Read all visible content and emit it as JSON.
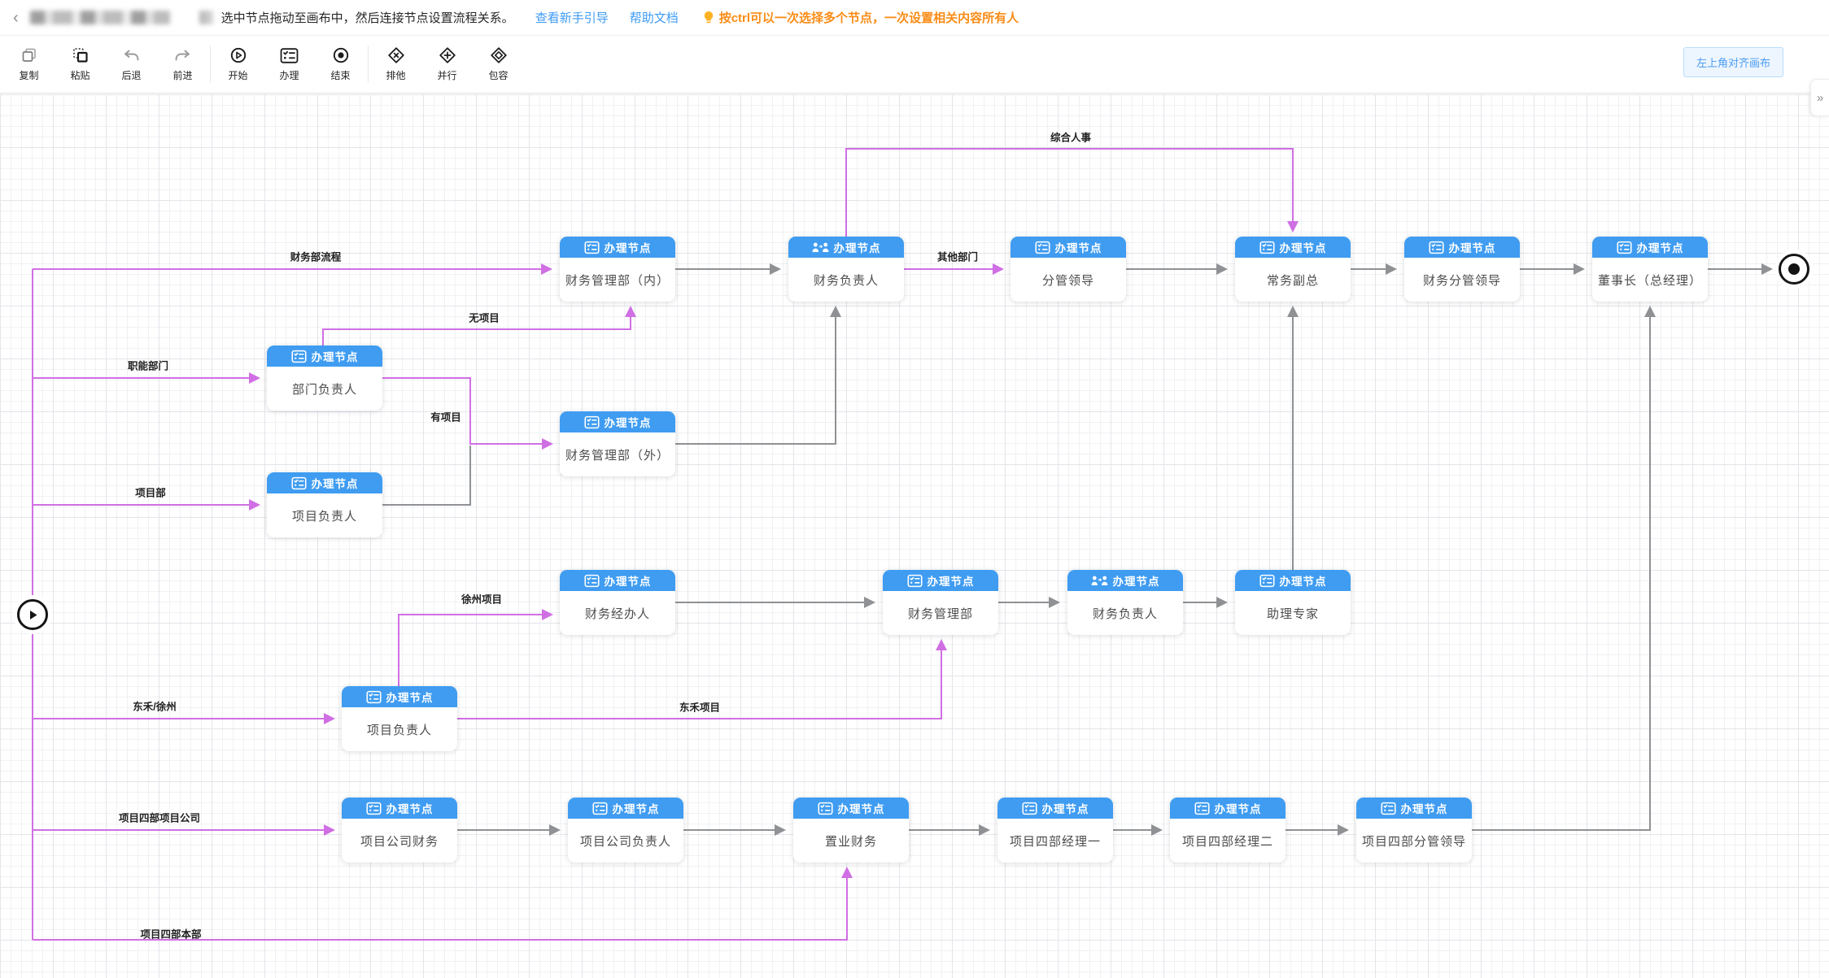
{
  "header": {
    "back_icon": "‹",
    "instruction": "选中节点拖动至画布中，然后连接节点设置流程关系。",
    "links": [
      {
        "label": "查看新手引导"
      },
      {
        "label": "帮助文档"
      }
    ],
    "tip": "按ctrl可以一次选择多个节点，一次设置相关内容所有人",
    "tip_color": "#fa8c16",
    "link_color": "#3e9bf5"
  },
  "toolbar": {
    "items": [
      {
        "label": "复制",
        "icon": "copy-icon"
      },
      {
        "label": "粘贴",
        "icon": "paste-icon"
      },
      {
        "label": "后退",
        "icon": "undo-icon"
      },
      {
        "label": "前进",
        "icon": "redo-icon"
      },
      {
        "label": "开始",
        "icon": "start-icon"
      },
      {
        "label": "办理",
        "icon": "task-icon"
      },
      {
        "label": "结束",
        "icon": "end-icon"
      },
      {
        "label": "排他",
        "icon": "exclusive-gateway-icon"
      },
      {
        "label": "并行",
        "icon": "parallel-gateway-icon"
      },
      {
        "label": "包容",
        "icon": "inclusive-gateway-icon"
      }
    ],
    "align_button": "左上角对齐画布",
    "collapse_icon": "»"
  },
  "colors": {
    "node_header": "#3f9cf1",
    "edge_gray": "#8f9194",
    "edge_magenta": "#d06fe3"
  },
  "nodes": [
    {
      "type": "办理节点",
      "name": "财务管理部（内）",
      "icon": "form-icon"
    },
    {
      "type": "办理节点",
      "name": "财务负责人",
      "icon": "users-icon"
    },
    {
      "type": "办理节点",
      "name": "分管领导",
      "icon": "form-icon"
    },
    {
      "type": "办理节点",
      "name": "常务副总",
      "icon": "form-icon"
    },
    {
      "type": "办理节点",
      "name": "财务分管领导",
      "icon": "form-icon"
    },
    {
      "type": "办理节点",
      "name": "董事长（总经理）",
      "icon": "form-icon"
    },
    {
      "type": "办理节点",
      "name": "部门负责人",
      "icon": "form-icon"
    },
    {
      "type": "办理节点",
      "name": "财务管理部（外）",
      "icon": "form-icon"
    },
    {
      "type": "办理节点",
      "name": "项目负责人",
      "icon": "form-icon"
    },
    {
      "type": "办理节点",
      "name": "财务经办人",
      "icon": "form-icon"
    },
    {
      "type": "办理节点",
      "name": "财务管理部",
      "icon": "form-icon"
    },
    {
      "type": "办理节点",
      "name": "财务负责人",
      "icon": "users-icon"
    },
    {
      "type": "办理节点",
      "name": "助理专家",
      "icon": "form-icon"
    },
    {
      "type": "办理节点",
      "name": "项目负责人",
      "icon": "form-icon"
    },
    {
      "type": "办理节点",
      "name": "项目公司财务",
      "icon": "form-icon"
    },
    {
      "type": "办理节点",
      "name": "项目公司负责人",
      "icon": "form-icon"
    },
    {
      "type": "办理节点",
      "name": "置业财务",
      "icon": "form-icon"
    },
    {
      "type": "办理节点",
      "name": "项目四部经理一",
      "icon": "form-icon"
    },
    {
      "type": "办理节点",
      "name": "项目四部经理二",
      "icon": "form-icon"
    },
    {
      "type": "办理节点",
      "name": "项目四部分管领导",
      "icon": "form-icon"
    }
  ],
  "edge_labels": [
    {
      "text": "财务部流程"
    },
    {
      "text": "无项目"
    },
    {
      "text": "其他部门"
    },
    {
      "text": "综合人事"
    },
    {
      "text": "职能部门"
    },
    {
      "text": "有项目"
    },
    {
      "text": "项目部"
    },
    {
      "text": "徐州项目"
    },
    {
      "text": "东禾/徐州"
    },
    {
      "text": "东禾项目"
    },
    {
      "text": "项目四部项目公司"
    },
    {
      "text": "项目四部本部"
    }
  ]
}
